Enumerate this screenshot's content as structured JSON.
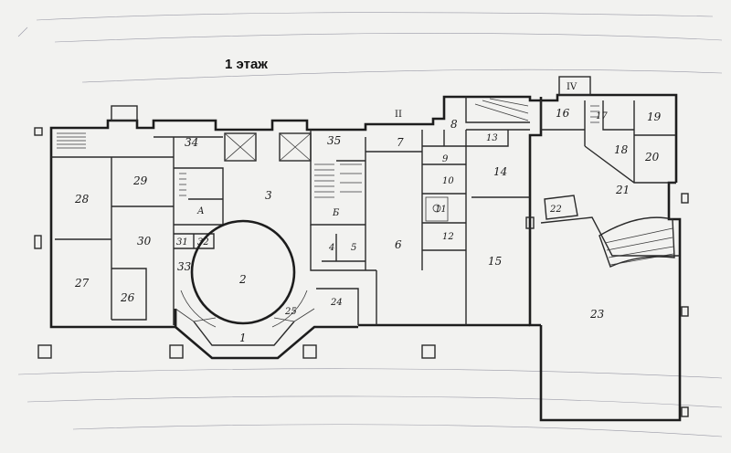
{
  "title": "1 этаж",
  "rooms": [
    {
      "label": "1"
    },
    {
      "label": "2"
    },
    {
      "label": "3"
    },
    {
      "label": "4"
    },
    {
      "label": "5"
    },
    {
      "label": "6"
    },
    {
      "label": "7"
    },
    {
      "label": "8"
    },
    {
      "label": "9"
    },
    {
      "label": "10"
    },
    {
      "label": "11"
    },
    {
      "label": "12"
    },
    {
      "label": "13"
    },
    {
      "label": "14"
    },
    {
      "label": "15"
    },
    {
      "label": "16"
    },
    {
      "label": "17"
    },
    {
      "label": "18"
    },
    {
      "label": "19"
    },
    {
      "label": "20"
    },
    {
      "label": "21"
    },
    {
      "label": "22"
    },
    {
      "label": "23"
    },
    {
      "label": "24"
    },
    {
      "label": "25"
    },
    {
      "label": "26"
    },
    {
      "label": "27"
    },
    {
      "label": "28"
    },
    {
      "label": "29"
    },
    {
      "label": "30"
    },
    {
      "label": "31"
    },
    {
      "label": "32"
    },
    {
      "label": "33"
    },
    {
      "label": "34"
    },
    {
      "label": "35"
    },
    {
      "label": "А"
    },
    {
      "label": "Б"
    }
  ],
  "markers": {
    "axis_upper": "II",
    "axis_right": "IV"
  }
}
